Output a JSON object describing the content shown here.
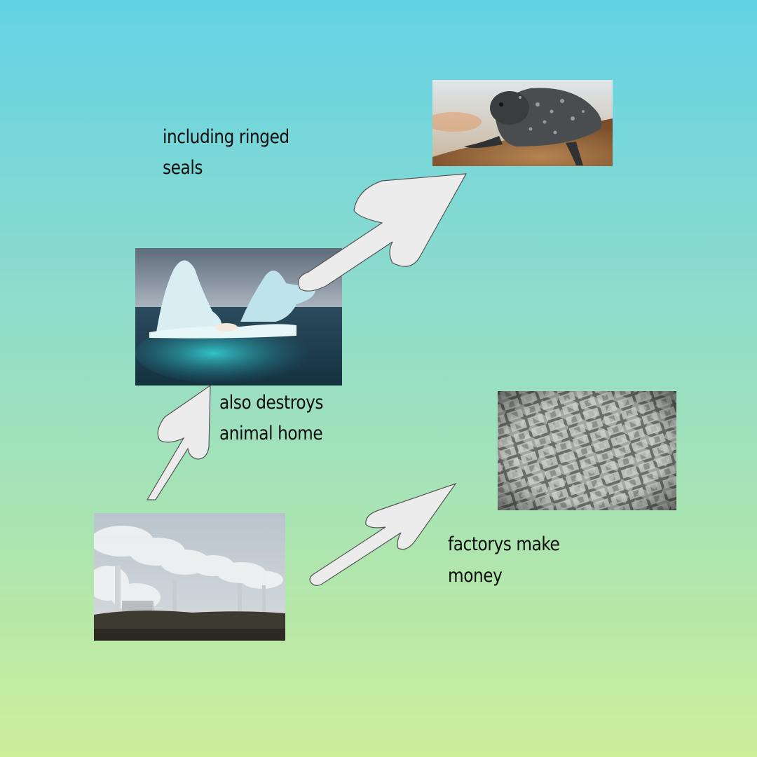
{
  "labels": {
    "seals_line1": "including ringed",
    "seals_line2": "seals",
    "habitat_line1": "also destroys",
    "habitat_line2": "animal home",
    "money_line1": "factorys make",
    "money_line2": "money"
  },
  "images": {
    "seal": "ringed-seal-photo",
    "iceberg": "iceberg-polar-bear-photo",
    "factory": "factory-smokestacks-photo",
    "money": "money-stacks-photo"
  },
  "colors": {
    "background_top": "#63d2e6",
    "background_bottom": "#cdef9b",
    "arrow_fill": "#ececec",
    "arrow_stroke": "#555555",
    "text": "#0d0d0d"
  }
}
